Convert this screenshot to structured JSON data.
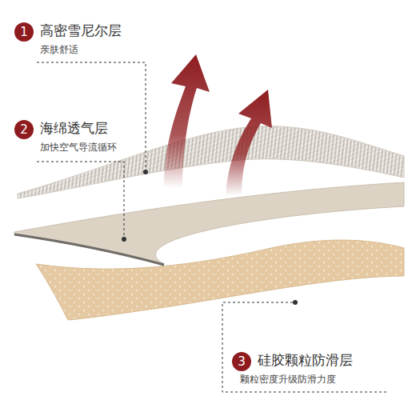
{
  "diagram": {
    "nodes": [
      {
        "text": [
          "1"
        ]
      },
      {
        "text": [
          "2"
        ]
      },
      {
        "text": [
          "3"
        ]
      }
    ],
    "labels": [
      "高密雪尼尔层",
      "亲肤舒适",
      "海绵透气层",
      "加快空气导流循环",
      "硅胶颗粒防滑层",
      "颗粒密度升级防滑力度"
    ]
  }
}
